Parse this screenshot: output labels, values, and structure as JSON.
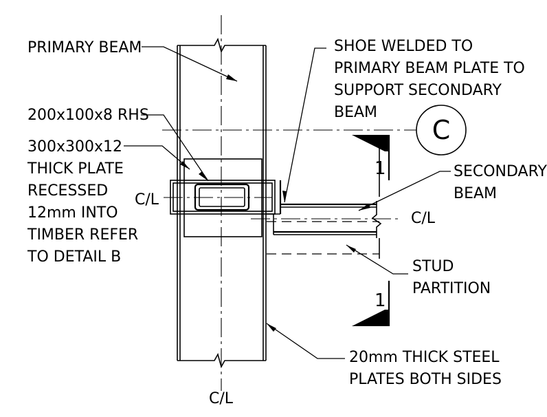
{
  "labels": {
    "primary_beam": "PRIMARY BEAM",
    "rhs": "200x100x8 RHS",
    "plate": [
      "300x300x12",
      "THICK PLATE",
      "RECESSED",
      "12mm INTO",
      "TIMBER REFER",
      "TO DETAIL B"
    ],
    "shoe": [
      "SHOE WELDED TO",
      "PRIMARY BEAM PLATE TO",
      "SUPPORT SECONDARY",
      "BEAM"
    ],
    "secondary_beam": [
      "SECONDARY",
      "BEAM"
    ],
    "stud_partition": [
      "STUD",
      "PARTITION"
    ],
    "steel_plates": [
      "20mm THICK STEEL",
      "PLATES BOTH SIDES"
    ],
    "cl_left": "C/L",
    "cl_right": "C/L",
    "cl_bottom": "C/L",
    "section_letter": "C",
    "section_mark_top": "1",
    "section_mark_bottom": "1"
  }
}
